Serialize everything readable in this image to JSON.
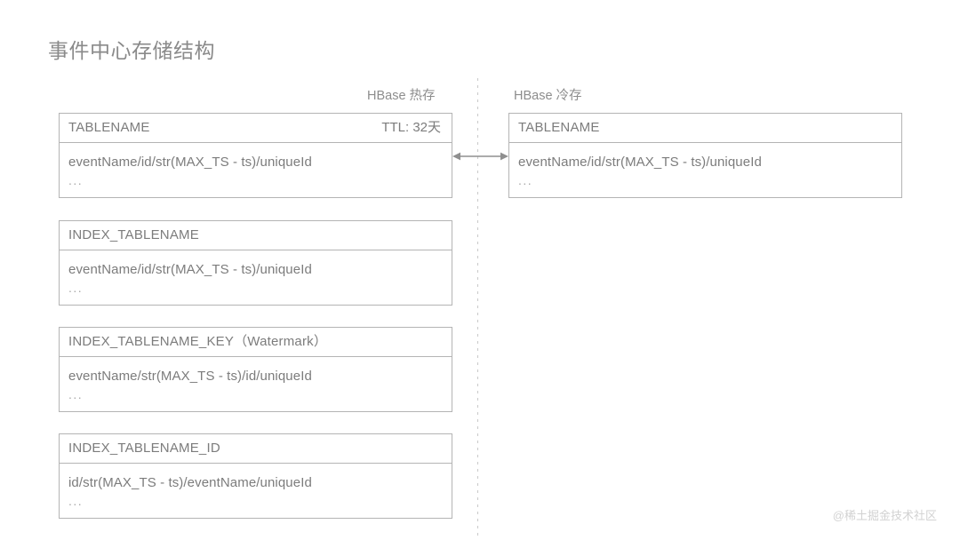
{
  "page": {
    "title": "事件中心存储结构",
    "watermark": "@稀土掘金技术社区",
    "colors": {
      "text": "#7c7c7c",
      "title": "#8a8a8a",
      "border": "#b4b4b4",
      "divider": "#c9c9c9",
      "watermark": "#d2d2d2",
      "background": "#ffffff"
    }
  },
  "columns": {
    "hot": {
      "caption": "HBase 热存"
    },
    "cold": {
      "caption": "HBase 冷存"
    }
  },
  "hot_tables": [
    {
      "name": "TABLENAME",
      "ttl": "TTL: 32天",
      "rows": [
        "eventName/id/str(MAX_TS - ts)/uniqueId",
        "..."
      ]
    },
    {
      "name": "INDEX_TABLENAME",
      "ttl": "",
      "rows": [
        "eventName/id/str(MAX_TS - ts)/uniqueId",
        "..."
      ]
    },
    {
      "name": "INDEX_TABLENAME_KEY（Watermark）",
      "ttl": "",
      "rows": [
        "eventName/str(MAX_TS - ts)/id/uniqueId",
        "..."
      ]
    },
    {
      "name": "INDEX_TABLENAME_ID",
      "ttl": "",
      "rows": [
        "id/str(MAX_TS - ts)/eventName/uniqueId",
        "..."
      ]
    }
  ],
  "cold_tables": [
    {
      "name": "TABLENAME",
      "ttl": "",
      "rows": [
        "eventName/id/str(MAX_TS - ts)/uniqueId",
        "..."
      ]
    }
  ],
  "connector": {
    "icon": "double-arrow-horizontal-icon"
  }
}
